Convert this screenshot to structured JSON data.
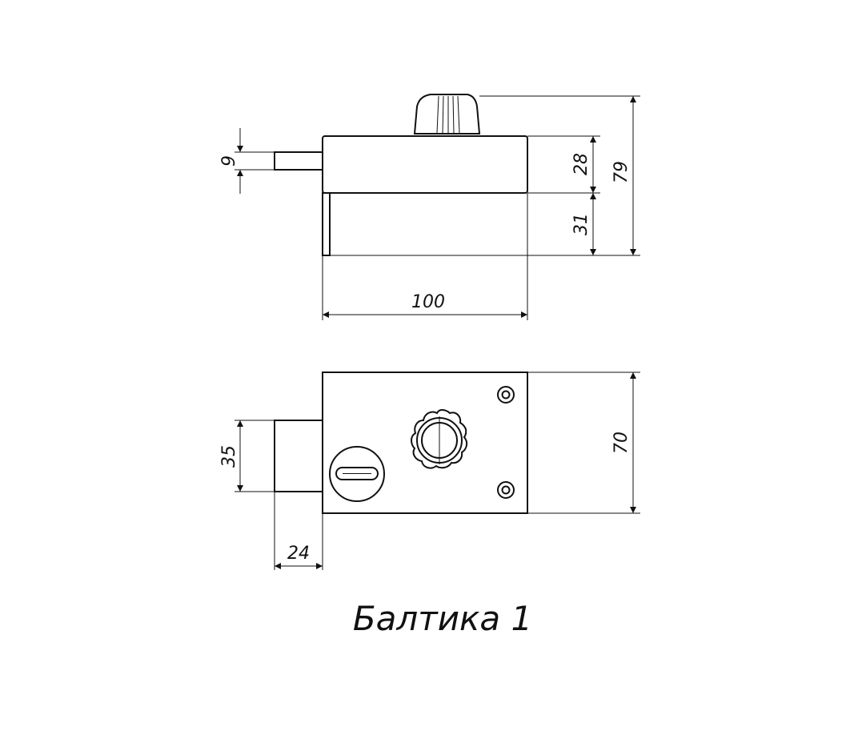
{
  "title": "Балтика 1",
  "dimensions": {
    "shaft_height": "9",
    "body_height": "28",
    "total_height": "79",
    "plate_height": "31",
    "width": "100",
    "bolt_width": "35",
    "case_height": "70",
    "bolt_extension": "24"
  }
}
